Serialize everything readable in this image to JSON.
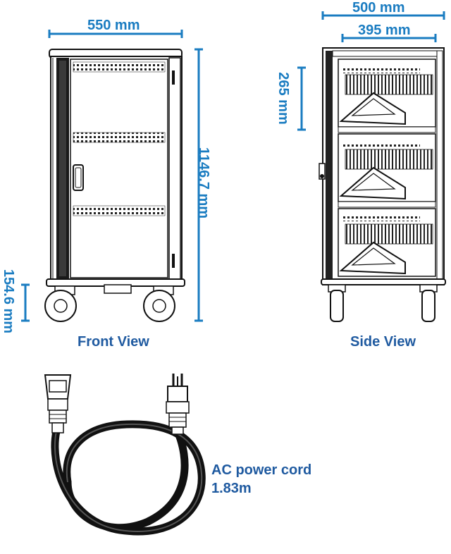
{
  "front_view": {
    "caption": "Front View",
    "width_label": "550 mm",
    "height_label": "1146.7 mm",
    "clearance_label": "154.6 mm"
  },
  "side_view": {
    "caption": "Side View",
    "depth_outer_label": "500 mm",
    "depth_inner_label": "395 mm",
    "shelf_height_label": "265 mm"
  },
  "power_cord": {
    "line1": "AC power cord",
    "line2": "1.83m"
  },
  "colors": {
    "dimension": "#1a7cc1",
    "caption": "#1f5aa0",
    "line": "#111111"
  }
}
